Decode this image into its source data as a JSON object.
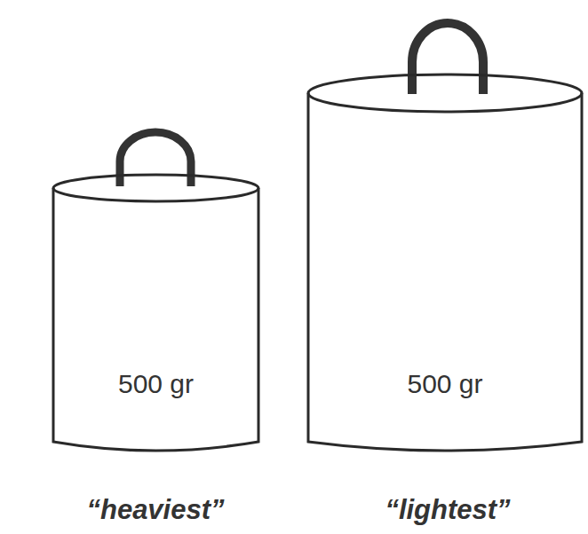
{
  "diagram": {
    "nodes": [
      {
        "text": [
          "500 gr"
        ]
      },
      {
        "text": [
          "500 gr"
        ]
      }
    ],
    "labels": [
      "“heaviest”",
      "“lightest”"
    ]
  }
}
